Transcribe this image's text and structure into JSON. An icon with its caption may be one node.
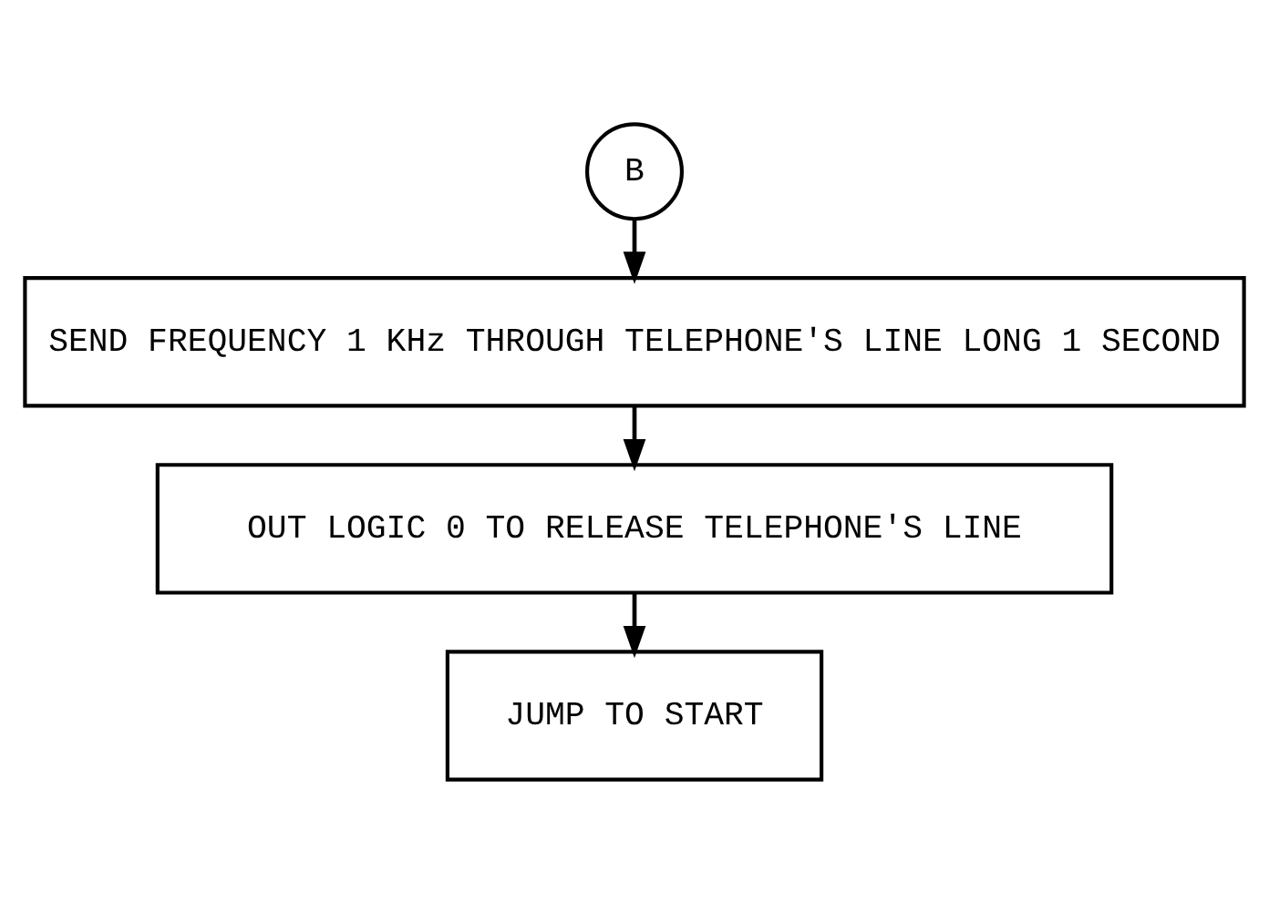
{
  "diagram": {
    "nodes": [
      {
        "text": [
          "B"
        ]
      },
      {
        "text": [
          "SEND FREQUENCY 1 KHz THROUGH TELEPHONE'S LINE LONG 1 SECOND"
        ]
      },
      {
        "text": [
          "OUT LOGIC 0 TO RELEASE TELEPHONE'S LINE"
        ]
      },
      {
        "text": [
          "JUMP TO START"
        ]
      }
    ],
    "edges": [
      {
        "from": 0,
        "to": 1,
        "arrow": "to"
      },
      {
        "from": 1,
        "to": 2,
        "arrow": "to"
      },
      {
        "from": 2,
        "to": 3,
        "arrow": "to"
      }
    ]
  }
}
